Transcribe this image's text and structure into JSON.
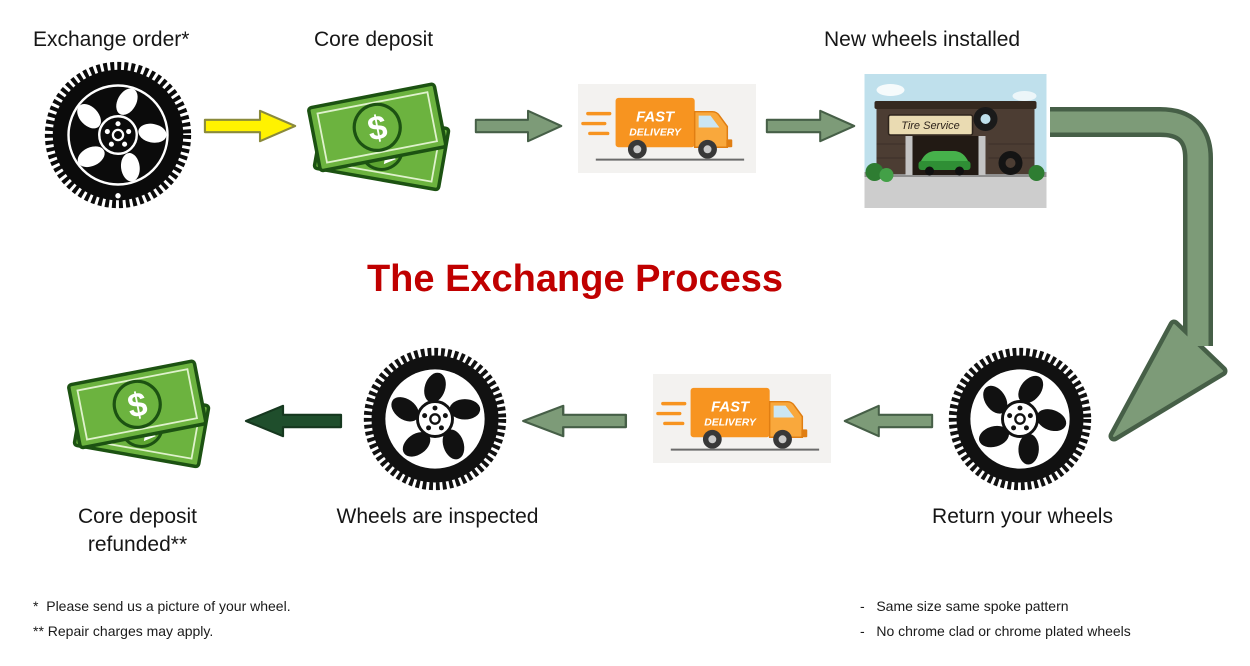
{
  "title": "The Exchange Process",
  "steps": {
    "exchange_order": "Exchange order*",
    "core_deposit": "Core deposit",
    "new_wheels_installed": "New wheels installed",
    "return_your_wheels": "Return your wheels",
    "wheels_inspected": "Wheels are inspected",
    "refund": {
      "line1": "Core deposit",
      "line2": "refunded**"
    }
  },
  "icons": {
    "dollar": "$",
    "truck_line1": "FAST",
    "truck_line2": "DELIVERY",
    "shop_sign": "Tire Service"
  },
  "footnotes": {
    "left": [
      "*  Please send us a picture of your wheel.",
      "** Repair charges may apply."
    ],
    "right": [
      "-   Same size same spoke pattern",
      "-   No chrome clad or chrome plated wheels"
    ]
  },
  "colors": {
    "title_red": "#C00000",
    "arrow_green": "#7D9B78",
    "arrow_green_outline": "#465F47",
    "arrow_dark_green": "#1F4E2C",
    "arrow_yellow": "#FFF200",
    "money_green": "#6CB33F",
    "truck_orange": "#F79420"
  }
}
